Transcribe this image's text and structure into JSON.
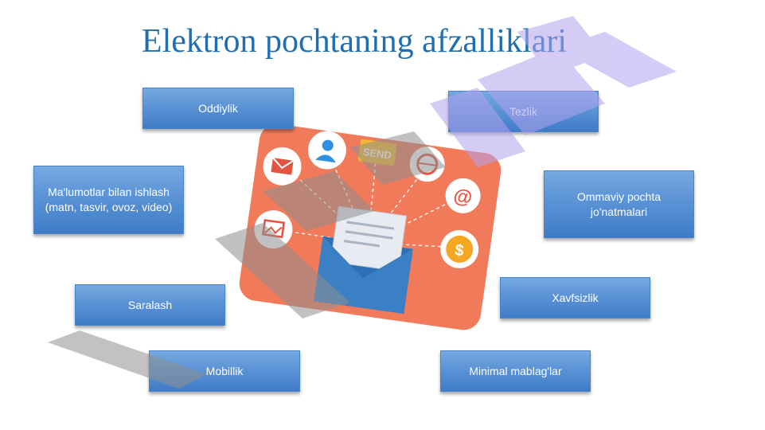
{
  "slide": {
    "title": "Elektron pochtaning afzalliklari",
    "boxes": {
      "oddiylik": "Oddiylik",
      "tezlik": "Tezlik",
      "malumotlar": "Ma'lumotlar bilan ishlash (matn, tasvir, ovoz, video)",
      "ommaviy": "Ommaviy pochta jo'natmalari",
      "saralash": "Saralash",
      "xavfsizlik": "Xavfsizlik",
      "mobillik": "Mobillik",
      "minimal": "Minimal mablag'lar"
    },
    "illustration": {
      "send_label": "SEND",
      "at_symbol": "@",
      "dollar_symbol": "$"
    }
  },
  "colors": {
    "title": "#1f6fb0",
    "box": "#5b93d6",
    "card": "#f07a5a",
    "envelope": "#2f6fb6"
  },
  "icons": [
    "mail-icon",
    "user-icon",
    "send-icon",
    "www-icon",
    "at-icon",
    "image-icon",
    "dollar-icon",
    "envelope-icon"
  ]
}
